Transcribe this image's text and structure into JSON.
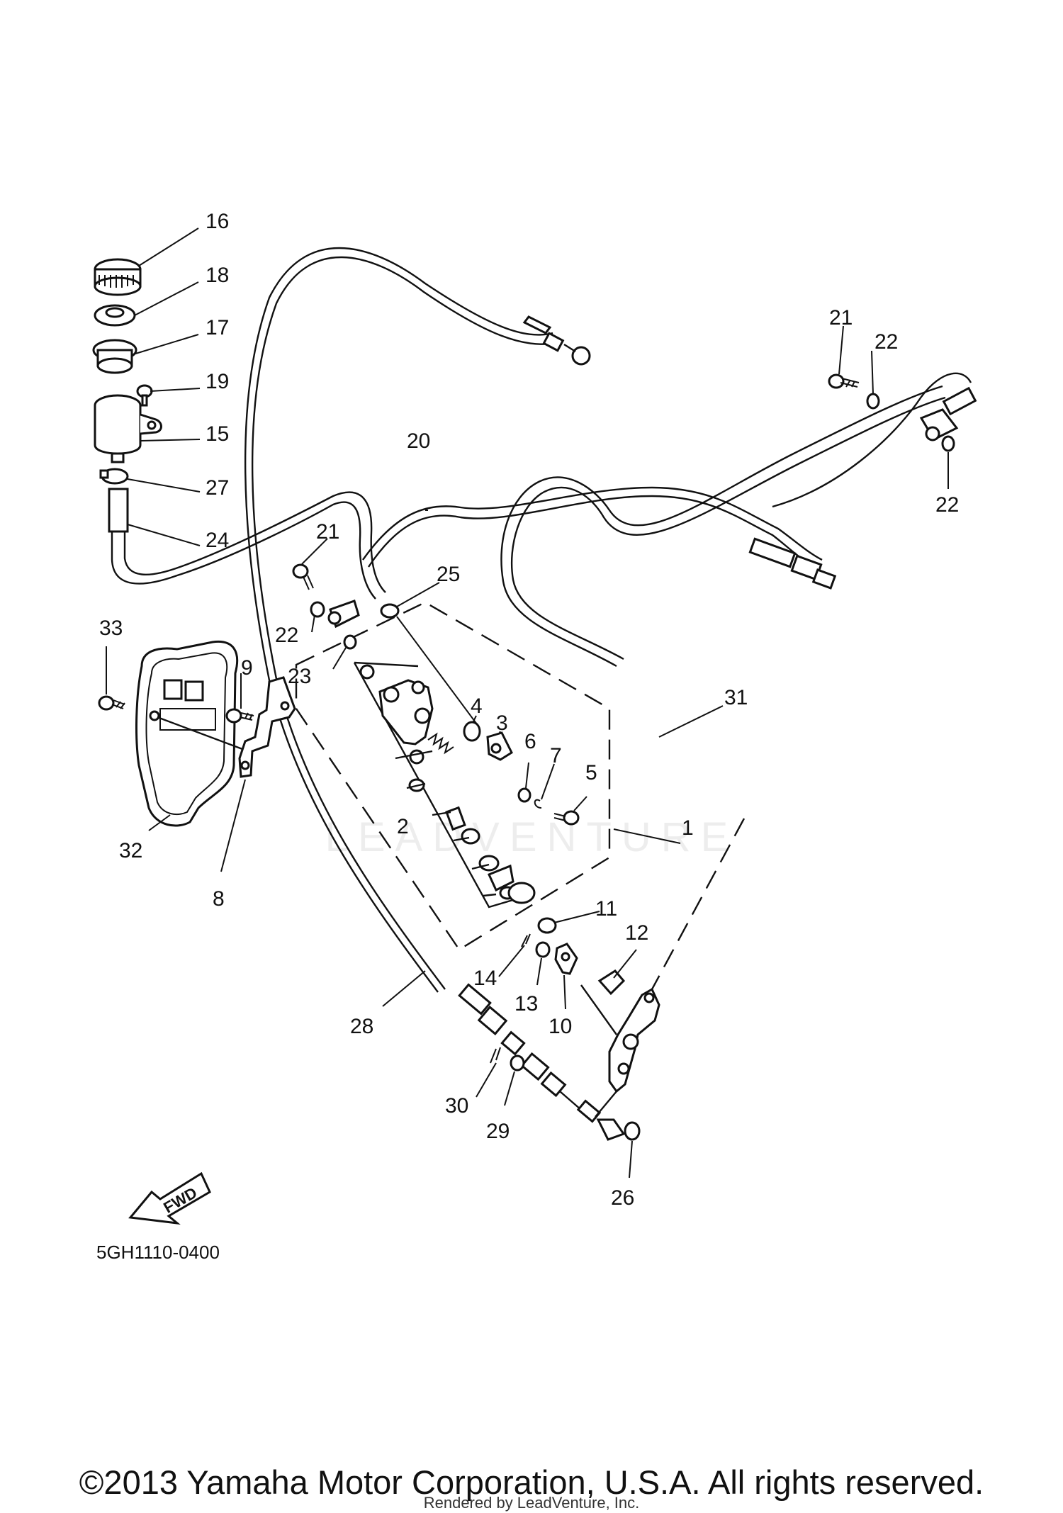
{
  "diagram": {
    "callouts": [
      "1",
      "2",
      "3",
      "4",
      "5",
      "6",
      "7",
      "8",
      "9",
      "10",
      "11",
      "12",
      "13",
      "14",
      "15",
      "16",
      "17",
      "18",
      "19",
      "20",
      "21",
      "21",
      "22",
      "22",
      "22",
      "23",
      "24",
      "25",
      "26",
      "27",
      "28",
      "29",
      "30",
      "31",
      "32",
      "33"
    ],
    "fwd_label": "FWD",
    "drawing_code": "5GH1110-0400",
    "watermark": "LEADVENTURE"
  },
  "footer": {
    "copyright": "©2013 Yamaha Motor Corporation, U.S.A. All rights reserved.",
    "rendered_by": "Rendered by LeadVenture, Inc."
  }
}
